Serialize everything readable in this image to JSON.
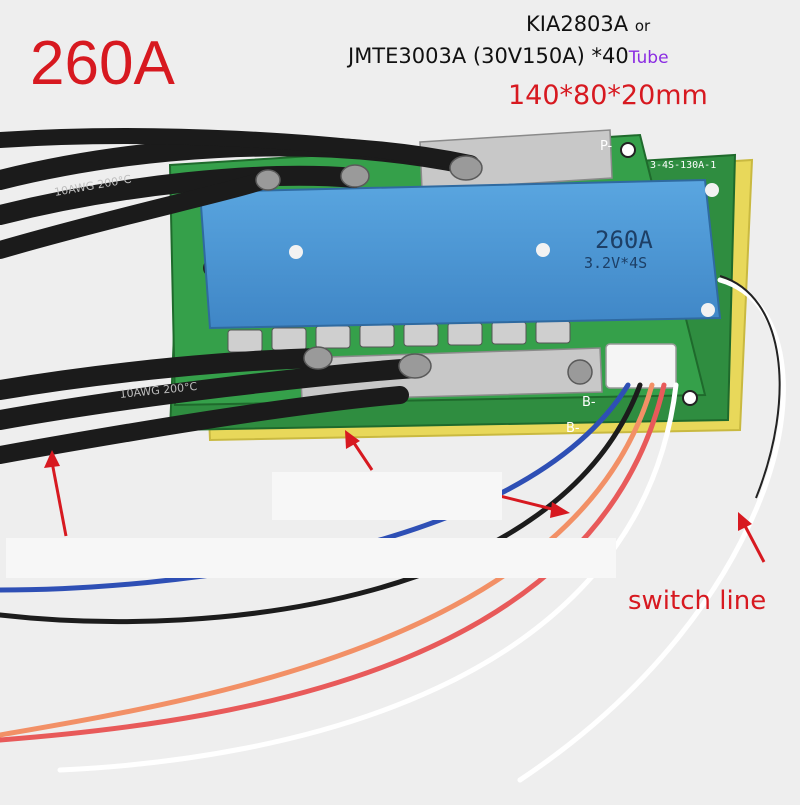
{
  "headline": {
    "current_rating": "260A",
    "mos_line1": "KIA2803A",
    "mos_line1_suffix": "or",
    "mos_line2": "JMTE3003A (30V150A) *40",
    "mos_line2_suffix": "Tube",
    "dimensions": "140*80*20mm"
  },
  "heatsink": {
    "rating": "260A",
    "config": "3.2V*4S"
  },
  "board": {
    "part_number": "3-4S-130A-1",
    "pad_p_minus": "P-",
    "pad_b_minus": "B-",
    "pad_b_minus_lower": "B-"
  },
  "cable_marking": "10AWG 200°C",
  "callouts": {
    "switch_line": "switch line"
  },
  "colors": {
    "accent_red": "#d71920",
    "pcb_green": "#2e8b3e",
    "heatsink_blue": "#4f9ad6",
    "insulation_yellow": "#e8d85a",
    "cable_black": "#1b1b1b"
  }
}
